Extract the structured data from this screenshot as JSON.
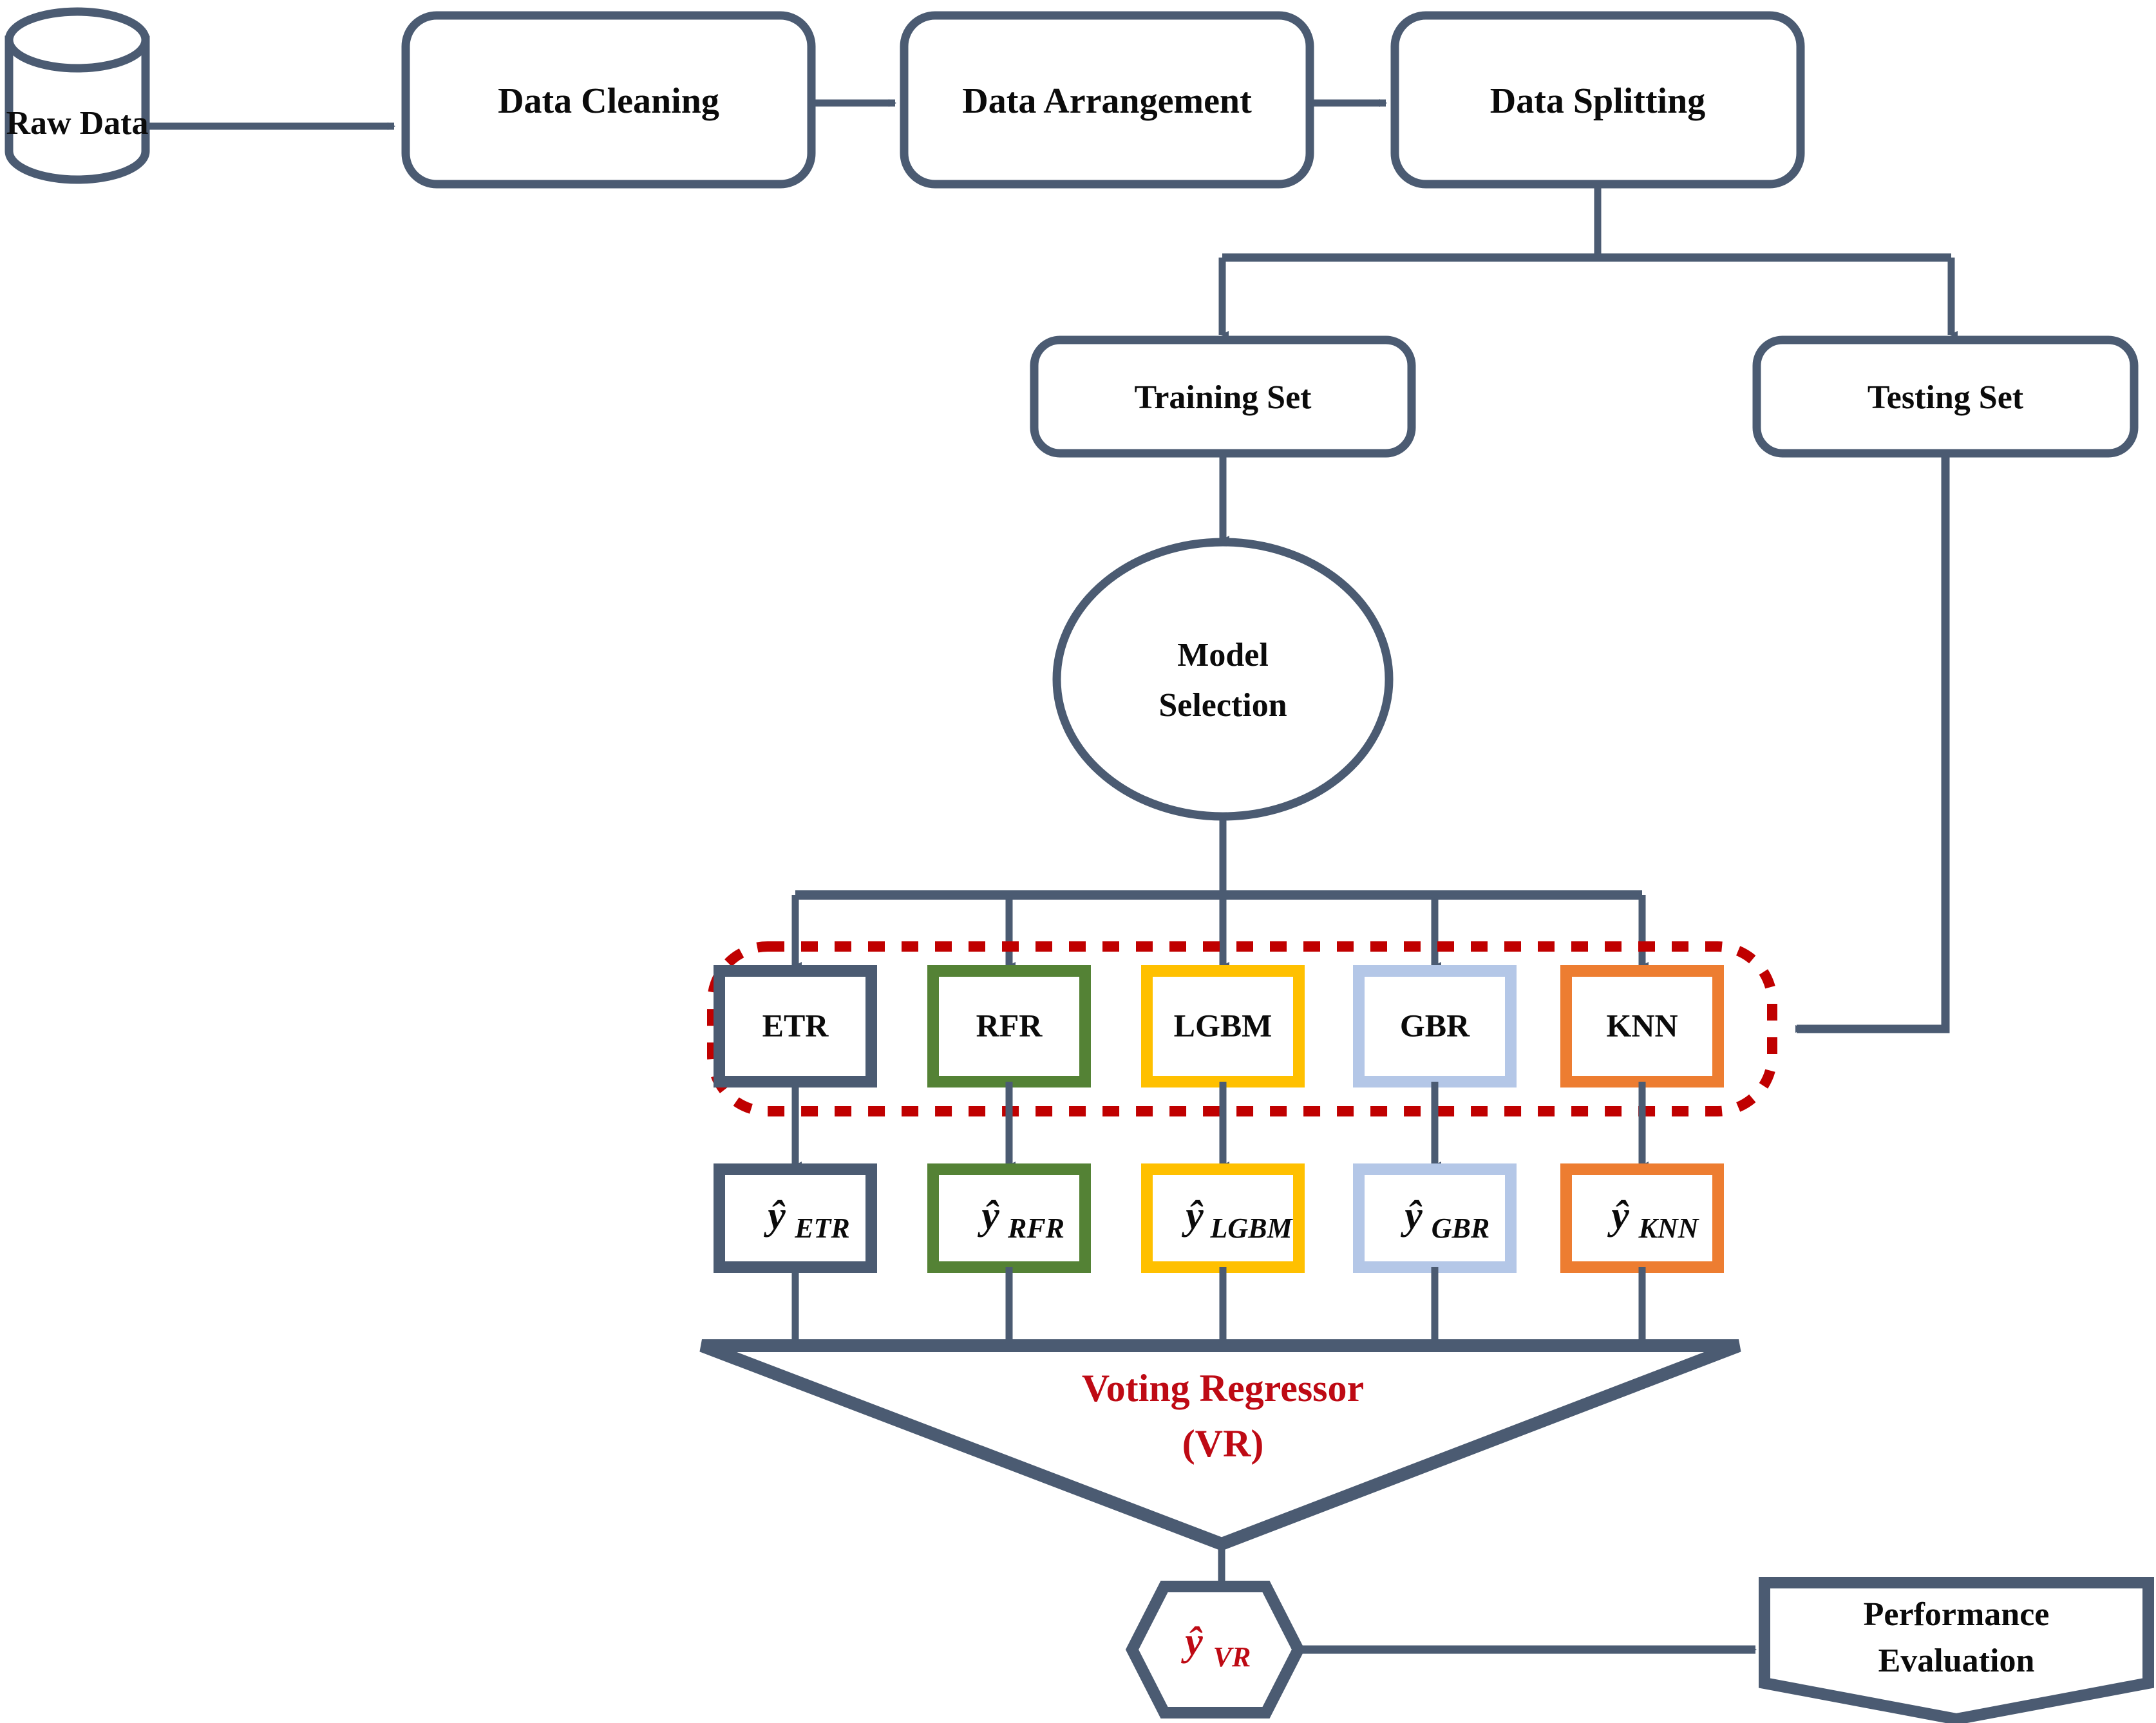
{
  "diagram": {
    "title": "Machine Learning Voting Regressor Pipeline Flowchart",
    "colors": {
      "primary_stroke": "#4B5B72",
      "accent_red": "#BE0A14",
      "dotted_group": "#C00000",
      "etr": "#4B5B72",
      "rfr": "#548235",
      "lgbm": "#FFC000",
      "gbr": "#B4C7E7",
      "knn": "#ED7D31",
      "background": "#FFFFFF",
      "text": "#0B0B0B"
    },
    "stage_1": {
      "raw_data": "Raw Data",
      "data_cleaning": "Data Cleaning",
      "data_arrangement": "Data Arrangement",
      "data_splitting": "Data Splitting"
    },
    "stage_2": {
      "training_set": "Training Set",
      "testing_set": "Testing Set"
    },
    "stage_3": {
      "model_selection_line1": "Model",
      "model_selection_line2": "Selection"
    },
    "models": [
      {
        "id": "etr",
        "label": "ETR",
        "color": "#4B5B72"
      },
      {
        "id": "rfr",
        "label": "RFR",
        "color": "#548235"
      },
      {
        "id": "lgbm",
        "label": "LGBM",
        "color": "#FFC000"
      },
      {
        "id": "gbr",
        "label": "GBR",
        "color": "#B4C7E7"
      },
      {
        "id": "knn",
        "label": "KNN",
        "color": "#ED7D31"
      }
    ],
    "predictions": [
      {
        "id": "etr",
        "symbol": "ŷ",
        "subscript": "ETR",
        "color": "#4B5B72"
      },
      {
        "id": "rfr",
        "symbol": "ŷ",
        "subscript": "RFR",
        "color": "#548235"
      },
      {
        "id": "lgbm",
        "symbol": "ŷ",
        "subscript": "LGBM",
        "color": "#FFC000"
      },
      {
        "id": "gbr",
        "symbol": "ŷ",
        "subscript": "GBR",
        "color": "#B4C7E7"
      },
      {
        "id": "knn",
        "symbol": "ŷ",
        "subscript": "KNN",
        "color": "#ED7D31"
      }
    ],
    "ensemble": {
      "line1": "Voting Regressor",
      "line2": "(VR)"
    },
    "final_prediction": {
      "symbol": "ŷ",
      "subscript": "VR"
    },
    "evaluation": {
      "line1": "Performance",
      "line2": "Evaluation"
    }
  }
}
